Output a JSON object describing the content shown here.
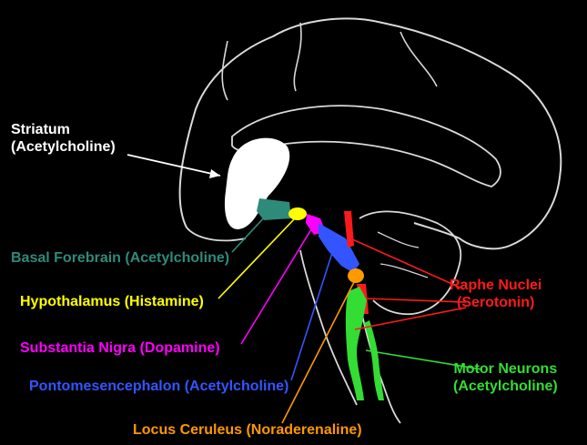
{
  "labels": {
    "striatum_name": "Striatum",
    "striatum_nt": "(Acetylcholine)",
    "basal_forebrain": "Basal Forebrain (Acetylcholine)",
    "hypothalamus": "Hypothalamus (Histamine)",
    "substantia_nigra": "Substantia Nigra (Dopamine)",
    "pontomesencephalon": "Pontomesencephalon (Acetylcholine)",
    "locus_ceruleus": "Locus Ceruleus (Noraderenaline)",
    "raphe_name": "Raphe Nuclei",
    "raphe_nt": "(Serotonin)",
    "motor_name": "Motor Neurons",
    "motor_nt": "(Acetylcholine)"
  },
  "colors": {
    "background": "#000000",
    "outline": "#d9d9d9",
    "striatum": "#ffffff",
    "basal_forebrain": "#2e8b7a",
    "hypothalamus": "#ffff00",
    "substantia_nigra": "#ff00ff",
    "pontomesencephalon": "#3355ff",
    "locus_ceruleus": "#ff9900",
    "raphe_nuclei": "#ff1a1a",
    "motor_neurons": "#33dd33"
  }
}
